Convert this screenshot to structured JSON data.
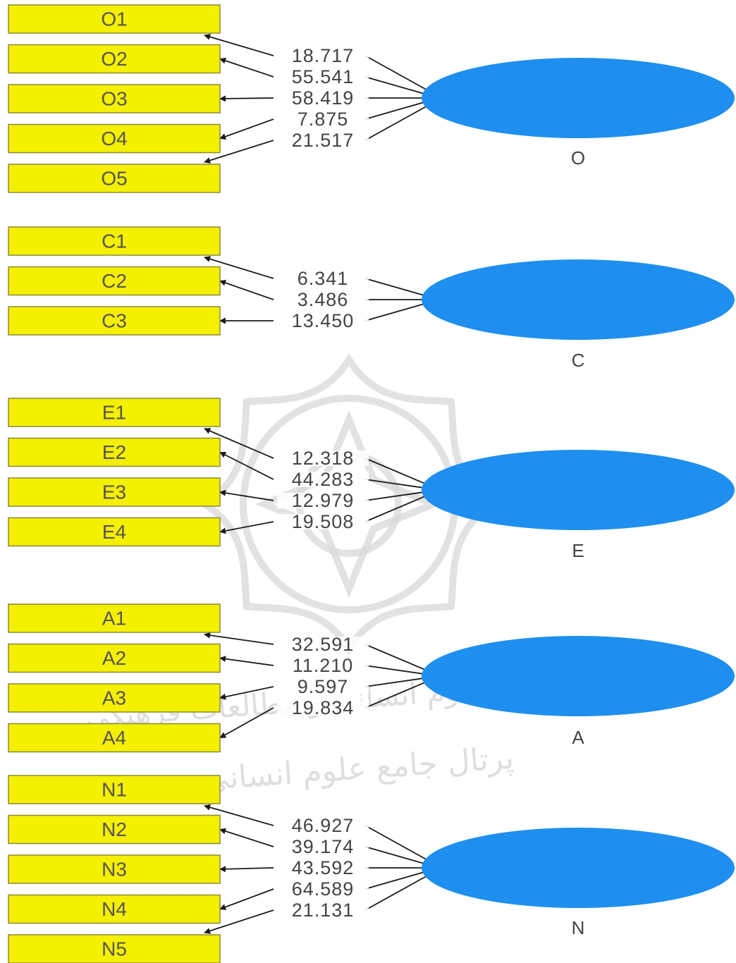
{
  "watermark": {
    "name": "research-institute-emblem-watermark",
    "line1": "پژوهشگاه علوم انسانی و مطالعات فرهنگی",
    "line2": "پرتال جامع علوم انسانی"
  },
  "groups": [
    {
      "latent": "O",
      "indicators": [
        {
          "label": "O1",
          "weight": "18.717"
        },
        {
          "label": "O2",
          "weight": "55.541"
        },
        {
          "label": "O3",
          "weight": "58.419"
        },
        {
          "label": "O4",
          "weight": "7.875"
        },
        {
          "label": "O5",
          "weight": "21.517"
        }
      ]
    },
    {
      "latent": "C",
      "indicators": [
        {
          "label": "C1",
          "weight": "6.341"
        },
        {
          "label": "C2",
          "weight": "3.486"
        },
        {
          "label": "C3",
          "weight": "13.450"
        }
      ]
    },
    {
      "latent": "E",
      "indicators": [
        {
          "label": "E1",
          "weight": "12.318"
        },
        {
          "label": "E2",
          "weight": "44.283"
        },
        {
          "label": "E3",
          "weight": "12.979"
        },
        {
          "label": "E4",
          "weight": "19.508"
        }
      ]
    },
    {
      "latent": "A",
      "indicators": [
        {
          "label": "A1",
          "weight": "32.591"
        },
        {
          "label": "A2",
          "weight": "11.210"
        },
        {
          "label": "A3",
          "weight": "9.597"
        },
        {
          "label": "A4",
          "weight": "19.834"
        }
      ]
    },
    {
      "latent": "N",
      "indicators": [
        {
          "label": "N1",
          "weight": "46.927"
        },
        {
          "label": "N2",
          "weight": "39.174"
        },
        {
          "label": "N3",
          "weight": "43.592"
        },
        {
          "label": "N4",
          "weight": "64.589"
        },
        {
          "label": "N5",
          "weight": "21.131"
        }
      ]
    }
  ],
  "colors": {
    "indicator_fill": "#f5ef00",
    "latent_fill": "#1e8fef",
    "arrow": "#1a1a1a"
  }
}
